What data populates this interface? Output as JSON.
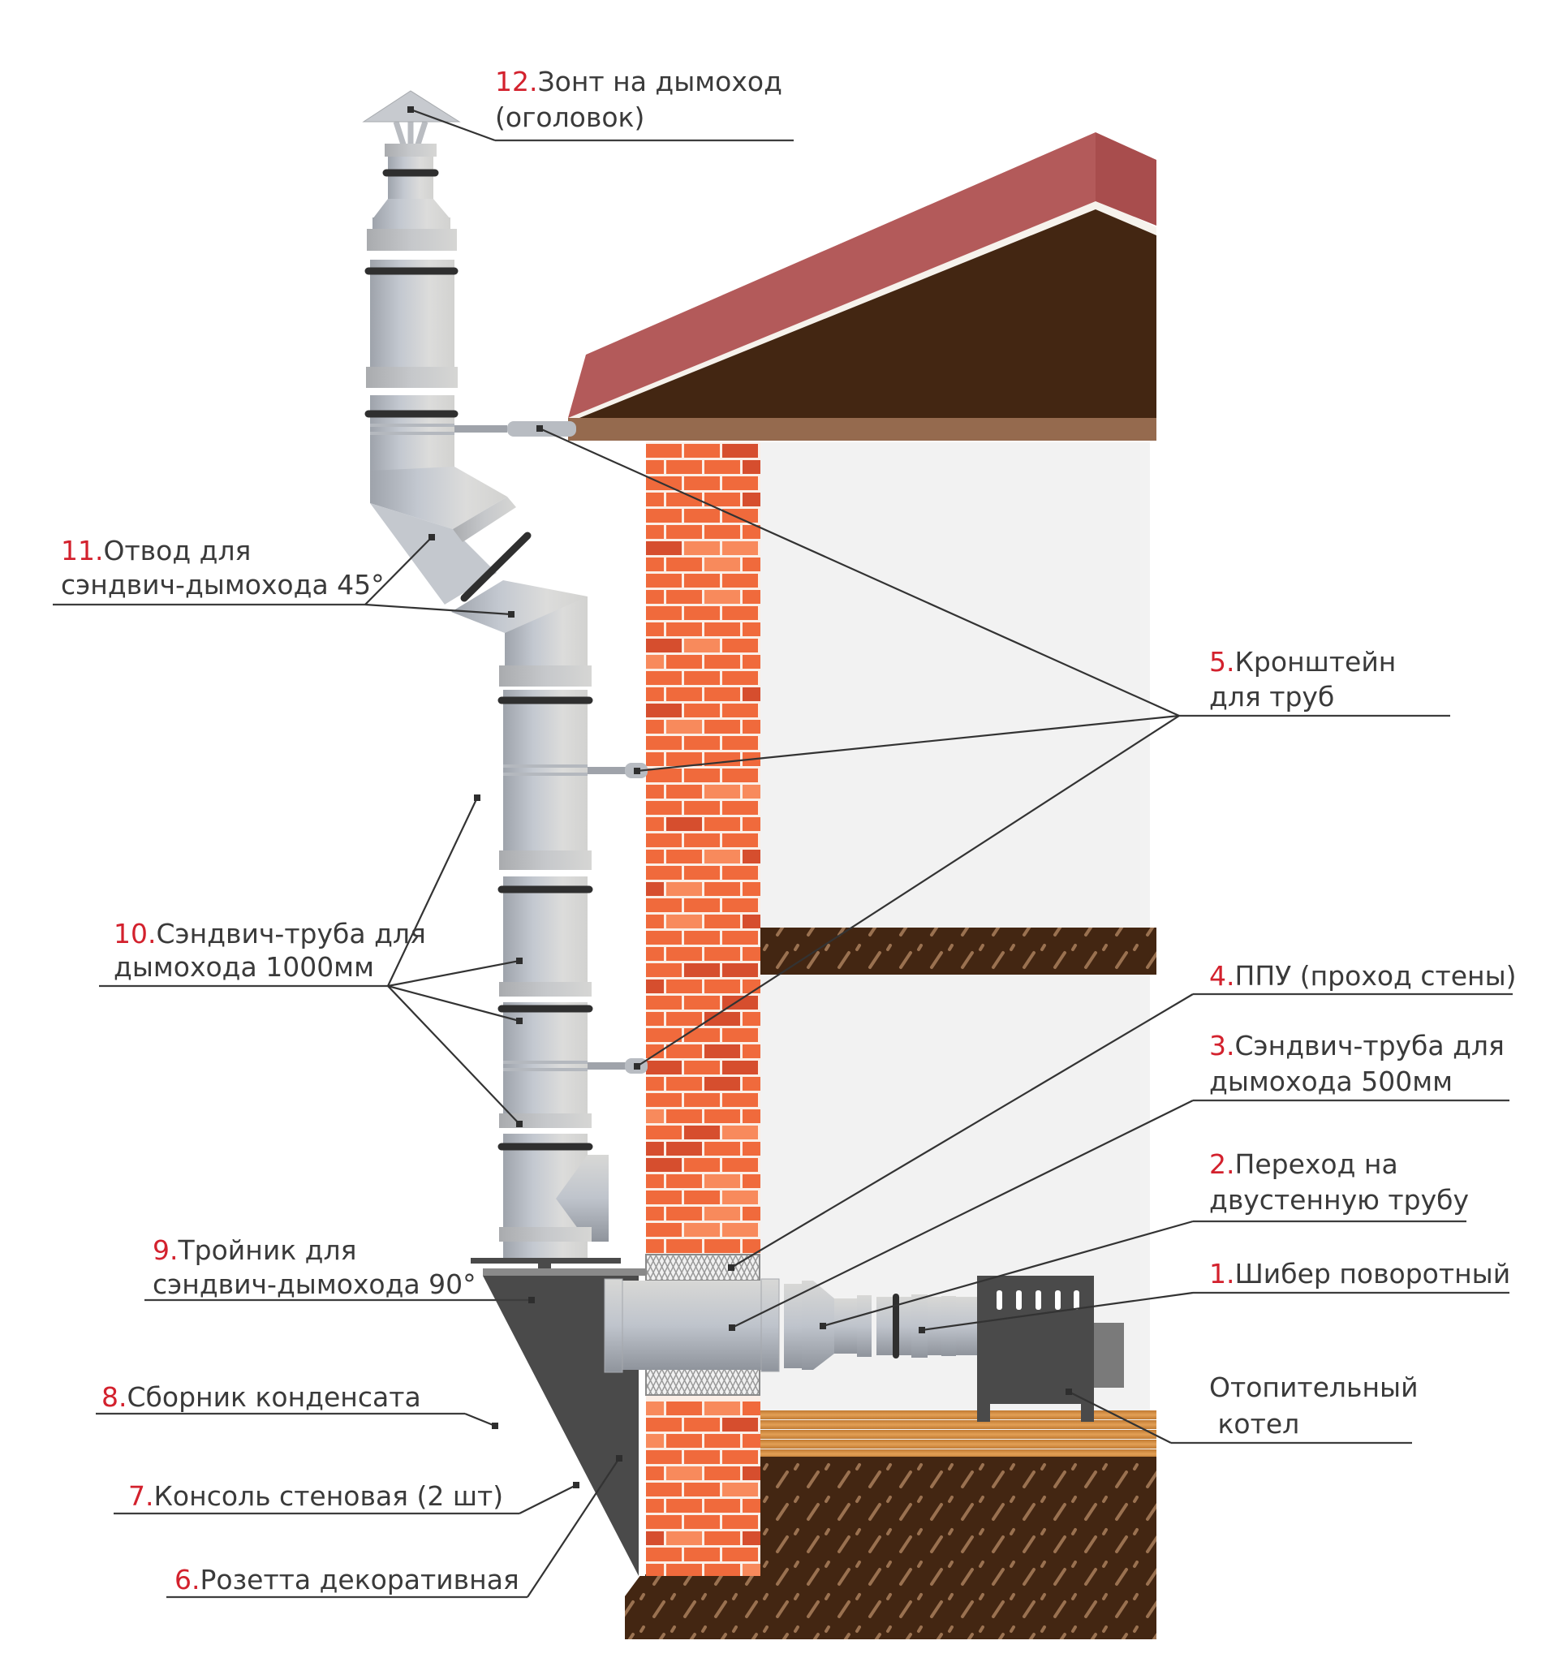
{
  "title": "Схема монтажа сэндвич-дымохода",
  "colors": {
    "number": "#d3212d",
    "text": "#3a3a3a",
    "roof": "#b35a5a",
    "roof_side": "#a84d4d",
    "gable": "#432612",
    "eave": "#956a4e",
    "brick": "#f06a3c",
    "brick_dark": "#d64e2e",
    "brick_light": "#f88a5c",
    "interior_wall": "#f2f2f2",
    "soil": "#432612",
    "soil_mark": "#9a7150",
    "wood": "#d48a3a",
    "boiler": "#4a4a4a",
    "steel": "#c9ccd1"
  },
  "labels": [
    {
      "id": "12",
      "number": "12.",
      "lines": [
        "Зонт на дымоход",
        "(оголовок)"
      ]
    },
    {
      "id": "11",
      "number": "11.",
      "lines": [
        "Отвод для",
        "сэндвич-дымохода 45°"
      ]
    },
    {
      "id": "10",
      "number": "10.",
      "lines": [
        "Сэндвич-труба для",
        "дымохода 1000мм"
      ]
    },
    {
      "id": "9",
      "number": "9.",
      "lines": [
        "Тройник для",
        "сэндвич-дымохода 90°"
      ]
    },
    {
      "id": "8",
      "number": "8.",
      "lines": [
        "Сборник конденсата"
      ]
    },
    {
      "id": "7",
      "number": "7.",
      "lines": [
        "Консоль стеновая (2 шт)"
      ]
    },
    {
      "id": "6",
      "number": "6.",
      "lines": [
        "Розетта декоративная"
      ]
    },
    {
      "id": "5",
      "number": "5.",
      "lines": [
        "Кронштейн",
        "для труб"
      ]
    },
    {
      "id": "4",
      "number": "4.",
      "lines": [
        "ППУ (проход стены)"
      ]
    },
    {
      "id": "3",
      "number": "3.",
      "lines": [
        "Сэндвич-труба для",
        "дымохода 500мм"
      ]
    },
    {
      "id": "2",
      "number": "2.",
      "lines": [
        "Переход на",
        "двустенную трубу"
      ]
    },
    {
      "id": "1",
      "number": "1.",
      "lines": [
        "Шибер поворотный"
      ]
    },
    {
      "id": "boiler",
      "number": "",
      "lines": [
        "Отопительный",
        " котел"
      ]
    }
  ]
}
